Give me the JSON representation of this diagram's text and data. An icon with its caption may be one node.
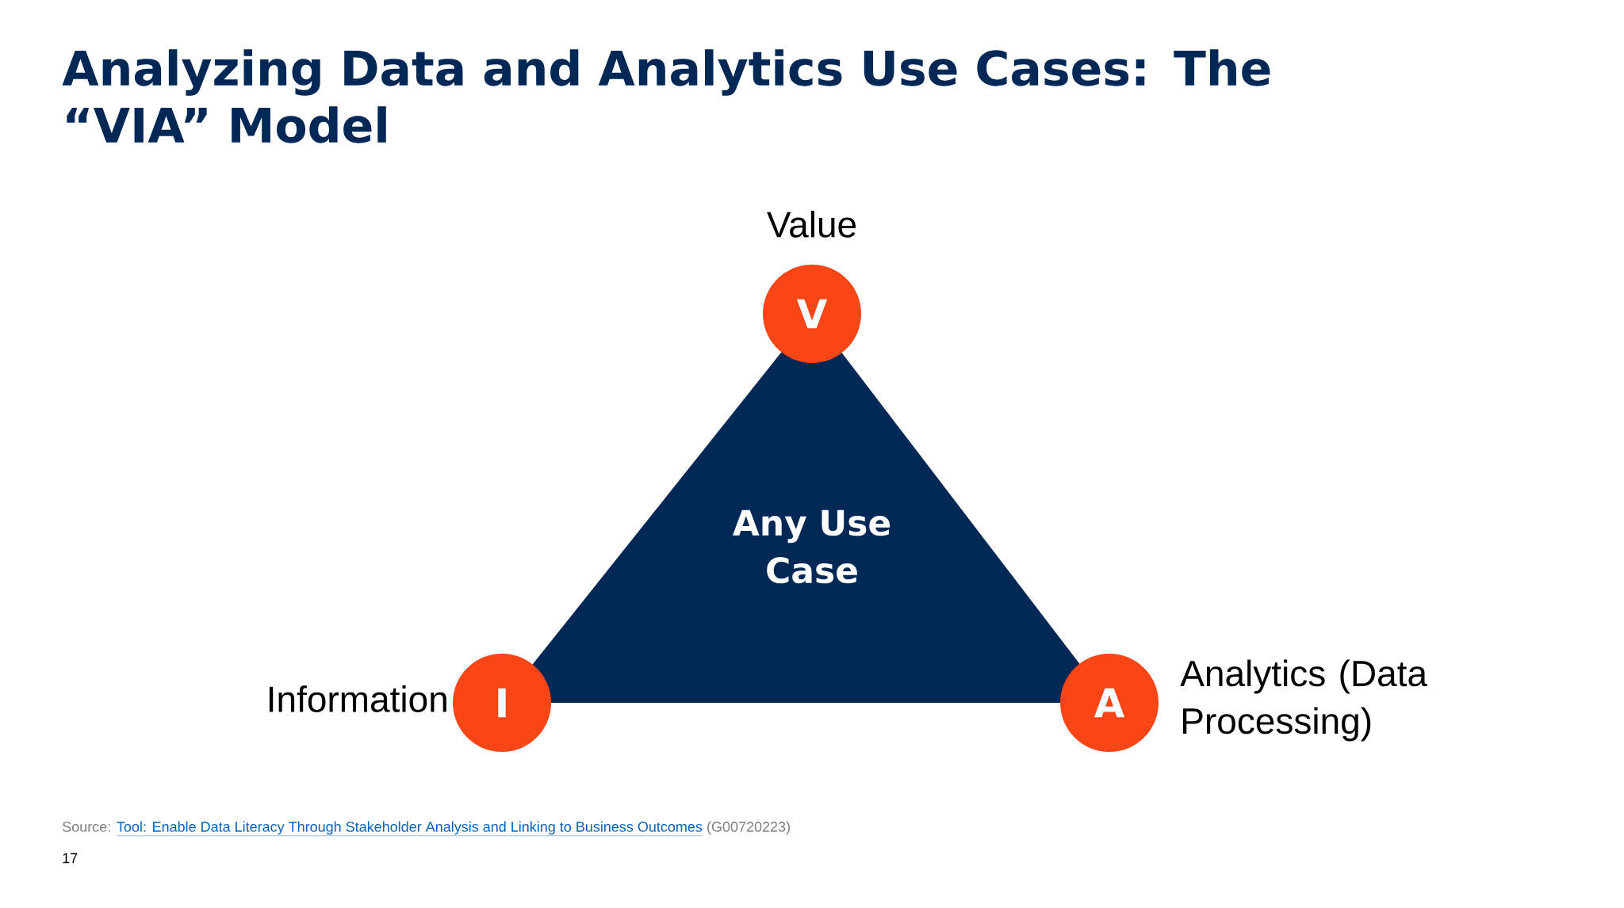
{
  "diagram": {
    "title": "Analyzing Data and Analytics Use Cases: The “VIA” Model",
    "nodes": [
      {
        "text": [
          "V"
        ],
        "beside": [
          "Value"
        ]
      },
      {
        "text": [
          "Any Use Case"
        ]
      },
      {
        "text": [
          "I"
        ],
        "beside": [
          "Information"
        ]
      },
      {
        "text": [
          "A"
        ],
        "beside": [
          "Analytics (Data Processing)"
        ]
      }
    ],
    "labels": [
      "Source:",
      "Tool: Enable Data Literacy Through Stakeholder Analysis and Linking to Business Outcomes",
      "(G00720223)",
      "17"
    ]
  }
}
